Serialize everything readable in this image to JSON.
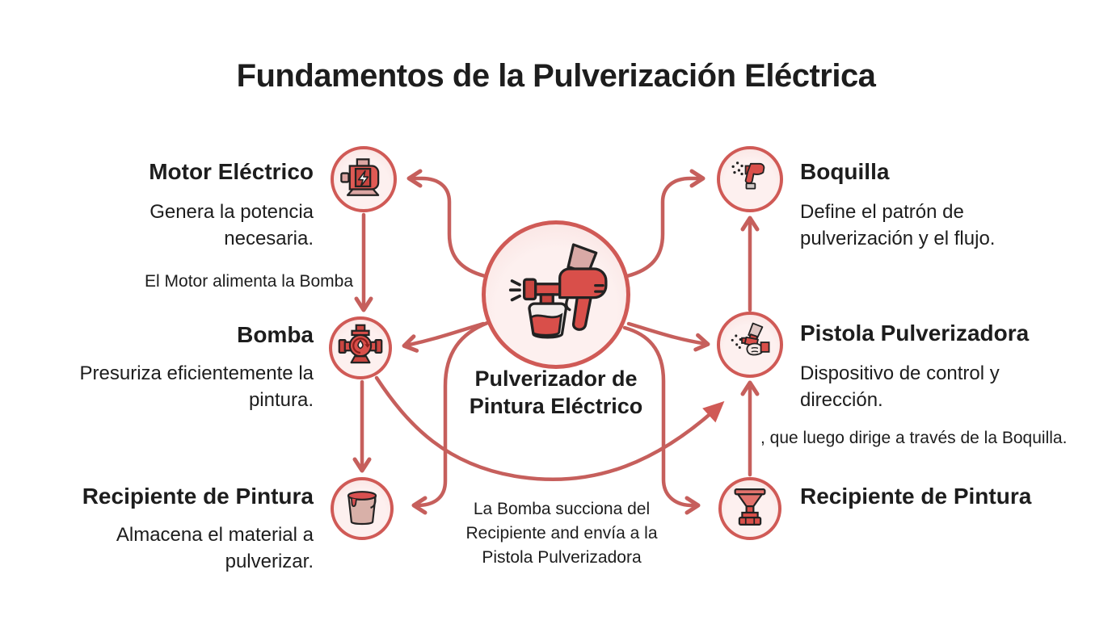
{
  "title": "Fundamentos de la Pulverización Eléctrica",
  "center": {
    "label": "Pulverizador de Pintura Eléctrico",
    "icon": "paint-sprayer-icon"
  },
  "nodes": [
    {
      "id": "motor",
      "title": "Motor Eléctrico",
      "description": "Genera la potencia necesaria.",
      "icon": "electric-motor-icon"
    },
    {
      "id": "bomba",
      "title": "Bomba",
      "description": "Presuriza eficientemente la pintura.",
      "icon": "pump-icon"
    },
    {
      "id": "recipiente-izquierdo",
      "title": "Recipiente de Pintura",
      "description": "Almacena el material a pulverizar.",
      "icon": "paint-bucket-icon"
    },
    {
      "id": "boquilla",
      "title": "Boquilla",
      "description": "Define el patrón de pulverización y el flujo.",
      "icon": "nozzle-icon"
    },
    {
      "id": "pistola",
      "title": "Pistola Pulverizadora",
      "description": "Dispositivo de control y dirección.",
      "icon": "spray-pistol-icon"
    },
    {
      "id": "recipiente-derecho",
      "title": "Recipiente de Pintura",
      "icon": "funnel-icon"
    }
  ],
  "edge_labels": {
    "motor_bomba": "El Motor alimenta la Bomba",
    "bomba_pistola": "La Bomba succiona del Recipiente and envía a la Pistola Pulverizadora",
    "pistola_boquilla": ", que luego dirige a través de la Boquilla."
  },
  "colors": {
    "background": "#ffffff",
    "text": "#1d1d1d",
    "arrow_red": "#c65f5c",
    "circle_border": "#d05a56",
    "circle_fill": "#fbe9e8",
    "icon_red": "#d94f4a",
    "icon_dark_red": "#c94540",
    "icon_pink": "#dca6a3"
  }
}
